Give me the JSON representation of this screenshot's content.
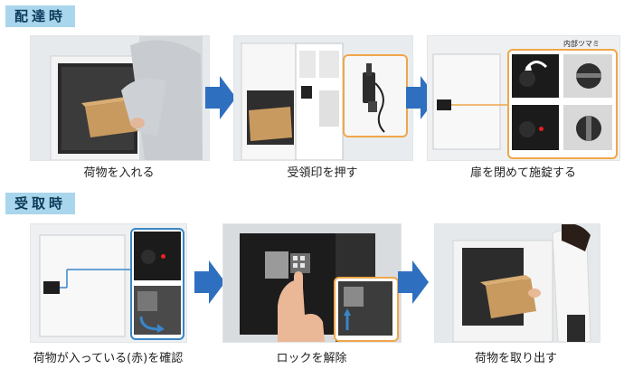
{
  "sections": {
    "delivery": "配達時",
    "receipt": "受取時"
  },
  "delivery_steps": [
    {
      "caption": "荷物を入れる"
    },
    {
      "caption": "受領印を押す"
    },
    {
      "caption": "扉を閉めて施錠する"
    }
  ],
  "receipt_steps": [
    {
      "caption": "荷物が入っている(赤)を確認"
    },
    {
      "caption": "ロックを解除"
    },
    {
      "caption": "荷物を取り出す"
    }
  ],
  "callout_labels": {
    "inner_knob": "内部ツマミ"
  },
  "colors": {
    "label_bg": "#a9d6ec",
    "arrow": "#2f6fbf",
    "callout_orange": "#f0a64a",
    "callout_blue": "#3a86c8",
    "indicator_red": "#e82020"
  }
}
